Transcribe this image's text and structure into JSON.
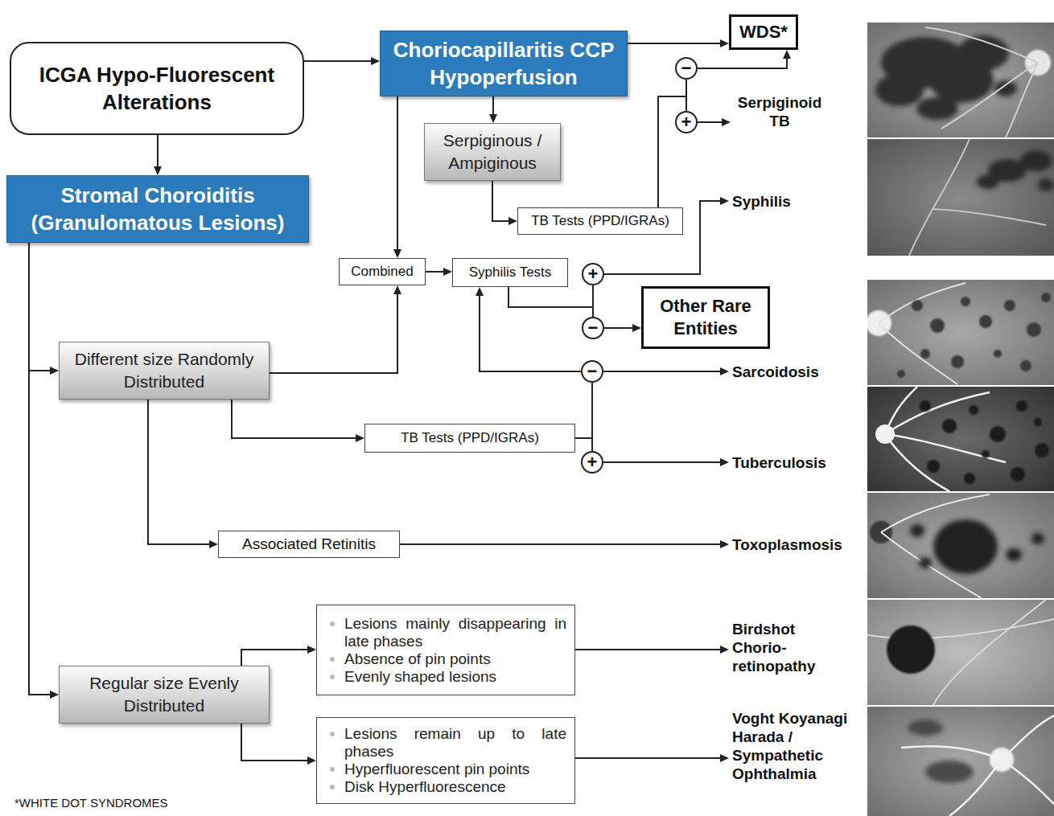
{
  "diagram": {
    "nodes": [
      {
        "text": [
          "ICGA Hypo-Fluorescent Alterations"
        ]
      },
      {
        "text": [
          "Choriocapillaritis CCP Hypoperfusion"
        ]
      },
      {
        "text": [
          "WDS*"
        ]
      },
      {
        "text": [
          "−"
        ]
      },
      {
        "text": [
          "+"
        ]
      },
      {
        "text": [
          "Serpiginoid TB"
        ]
      },
      {
        "text": [
          "Serpiginous / Ampiginous"
        ]
      },
      {
        "text": [
          "Stromal Choroiditis (Granulomatous Lesions)"
        ]
      },
      {
        "text": [
          "TB Tests (PPD/IGRAs)"
        ]
      },
      {
        "text": [
          "Syphilis"
        ]
      },
      {
        "text": [
          "Combined"
        ]
      },
      {
        "text": [
          "Syphilis Tests"
        ]
      },
      {
        "text": [
          "+"
        ]
      },
      {
        "text": [
          "Other Rare Entities"
        ]
      },
      {
        "text": [
          "−"
        ]
      },
      {
        "text": [
          "Different size Randomly Distributed"
        ]
      },
      {
        "text": [
          "−"
        ]
      },
      {
        "text": [
          "Sarcoidosis"
        ]
      },
      {
        "text": [
          "TB Tests (PPD/IGRAs)"
        ]
      },
      {
        "text": [
          "+"
        ]
      },
      {
        "text": [
          "Tuberculosis"
        ]
      },
      {
        "text": [
          "Associated Retinitis"
        ]
      },
      {
        "text": [
          "Toxoplasmosis"
        ]
      },
      {
        "text": [
          "Lesions mainly disappearing in late phases",
          "Absence of pin points",
          "Evenly shaped lesions"
        ]
      },
      {
        "text": [
          "Birdshot Chorio- retinopathy"
        ]
      },
      {
        "text": [
          "Regular size Evenly Distributed"
        ]
      },
      {
        "text": [
          "Lesions remain up to late phases",
          "Hyperfluorescent pin points",
          "Disk Hyperfluorescence"
        ]
      },
      {
        "text": [
          "Voght Koyanagi Harada / Sympathetic Ophthalmia"
        ]
      }
    ],
    "edges": [
      {
        "from": 0,
        "to": 1,
        "arrow": "to"
      },
      {
        "from": 0,
        "to": 7,
        "arrow": "to"
      },
      {
        "from": 1,
        "to": 2,
        "arrow": "to"
      },
      {
        "from": 1,
        "to": 6,
        "arrow": "to"
      },
      {
        "from": 1,
        "to": 10,
        "arrow": "to"
      },
      {
        "from": 6,
        "to": 8,
        "arrow": "to"
      },
      {
        "from": 8,
        "to": 3,
        "arrow": "none"
      },
      {
        "from": 8,
        "to": 4,
        "arrow": "none"
      },
      {
        "from": 3,
        "to": 2,
        "arrow": "to"
      },
      {
        "from": 4,
        "to": 5,
        "arrow": "to"
      },
      {
        "from": 7,
        "to": 15,
        "arrow": "to"
      },
      {
        "from": 7,
        "to": 25,
        "arrow": "to"
      },
      {
        "from": 15,
        "to": 10,
        "arrow": "to"
      },
      {
        "from": 15,
        "to": 18,
        "arrow": "to"
      },
      {
        "from": 15,
        "to": 21,
        "arrow": "to"
      },
      {
        "from": 10,
        "to": 11,
        "arrow": "to"
      },
      {
        "from": 11,
        "to": 12,
        "arrow": "none"
      },
      {
        "from": 11,
        "to": 14,
        "arrow": "none"
      },
      {
        "from": 12,
        "to": 9,
        "arrow": "to"
      },
      {
        "from": 14,
        "to": 13,
        "arrow": "to"
      },
      {
        "from": 18,
        "to": 16,
        "arrow": "none"
      },
      {
        "from": 18,
        "to": 19,
        "arrow": "none"
      },
      {
        "from": 16,
        "to": 17,
        "arrow": "to"
      },
      {
        "from": 16,
        "to": 11,
        "arrow": "to"
      },
      {
        "from": 19,
        "to": 20,
        "arrow": "to"
      },
      {
        "from": 21,
        "to": 22,
        "arrow": "to"
      },
      {
        "from": 25,
        "to": 23,
        "arrow": "to"
      },
      {
        "from": 25,
        "to": 26,
        "arrow": "to"
      },
      {
        "from": 23,
        "to": 24,
        "arrow": "to"
      },
      {
        "from": 26,
        "to": 27,
        "arrow": "to"
      }
    ],
    "labels": [
      "*WHITE DOT SYNDROMES"
    ]
  }
}
